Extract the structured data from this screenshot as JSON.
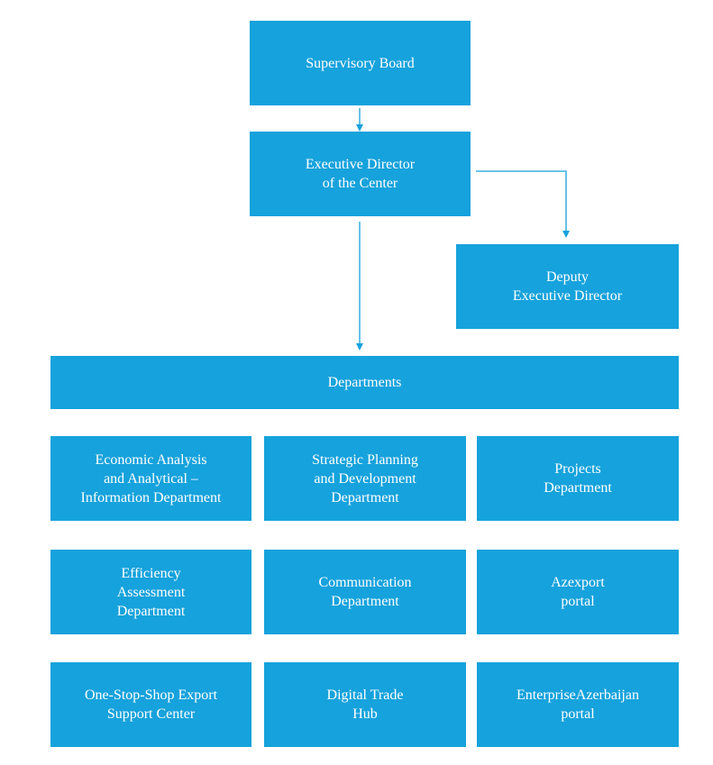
{
  "colors": {
    "box_fill": "#16a2dc",
    "box_text": "#ffffff",
    "connector": "#16a2dc"
  },
  "board": {
    "lines": [
      "Supervisory Board"
    ]
  },
  "executive": {
    "lines": [
      "Executive Director",
      "of the Center"
    ]
  },
  "deputy": {
    "lines": [
      "Deputy",
      "Executive Director"
    ]
  },
  "departments": {
    "lines": [
      "Departments"
    ]
  },
  "units": [
    {
      "lines": [
        "Economic Analysis",
        "and Analytical –",
        "Information Department"
      ]
    },
    {
      "lines": [
        "Strategic Planning",
        "and Development",
        "Department"
      ]
    },
    {
      "lines": [
        "Projects",
        "Department"
      ]
    },
    {
      "lines": [
        "Efficiency",
        "Assessment",
        "Department"
      ]
    },
    {
      "lines": [
        "Communication",
        "Department"
      ]
    },
    {
      "lines": [
        "Azexport",
        "portal"
      ]
    },
    {
      "lines": [
        "One-Stop-Shop Export",
        "Support Center"
      ]
    },
    {
      "lines": [
        "Digital Trade",
        "Hub"
      ]
    },
    {
      "lines": [
        "EnterpriseAzerbaijan",
        "portal"
      ]
    }
  ]
}
